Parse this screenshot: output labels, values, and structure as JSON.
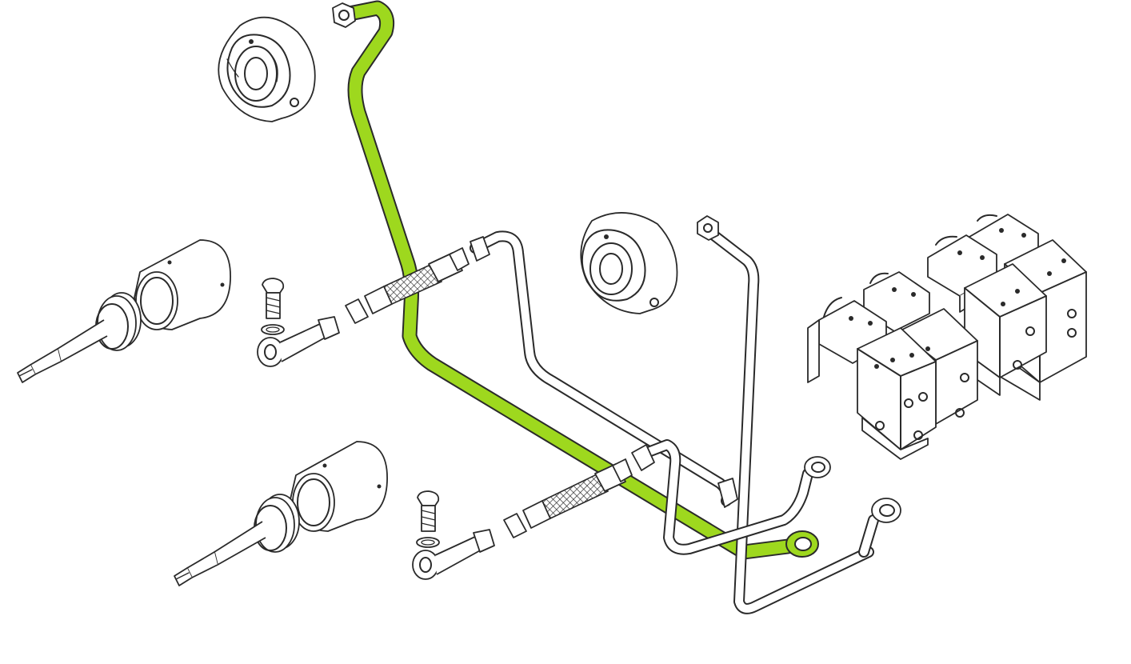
{
  "diagram": {
    "kind": "exploded hydraulic piping illustration",
    "highlight_color": "#9ed81e",
    "line_color": "#2a2a2a",
    "background": "#ffffff",
    "highlighted_part": "return-pipe",
    "components": [
      "piston-cylinder-upper",
      "piston-cylinder-lower",
      "bearing-collar-upper",
      "bearing-collar-middle",
      "banjo-fitting-upper",
      "banjo-fitting-lower",
      "hose-assembly-upper",
      "hose-assembly-lower",
      "pipe-upper-loop",
      "pipe-right-vertical",
      "pipe-lower-right",
      "return-pipe",
      "valve-block-assembly"
    ]
  }
}
